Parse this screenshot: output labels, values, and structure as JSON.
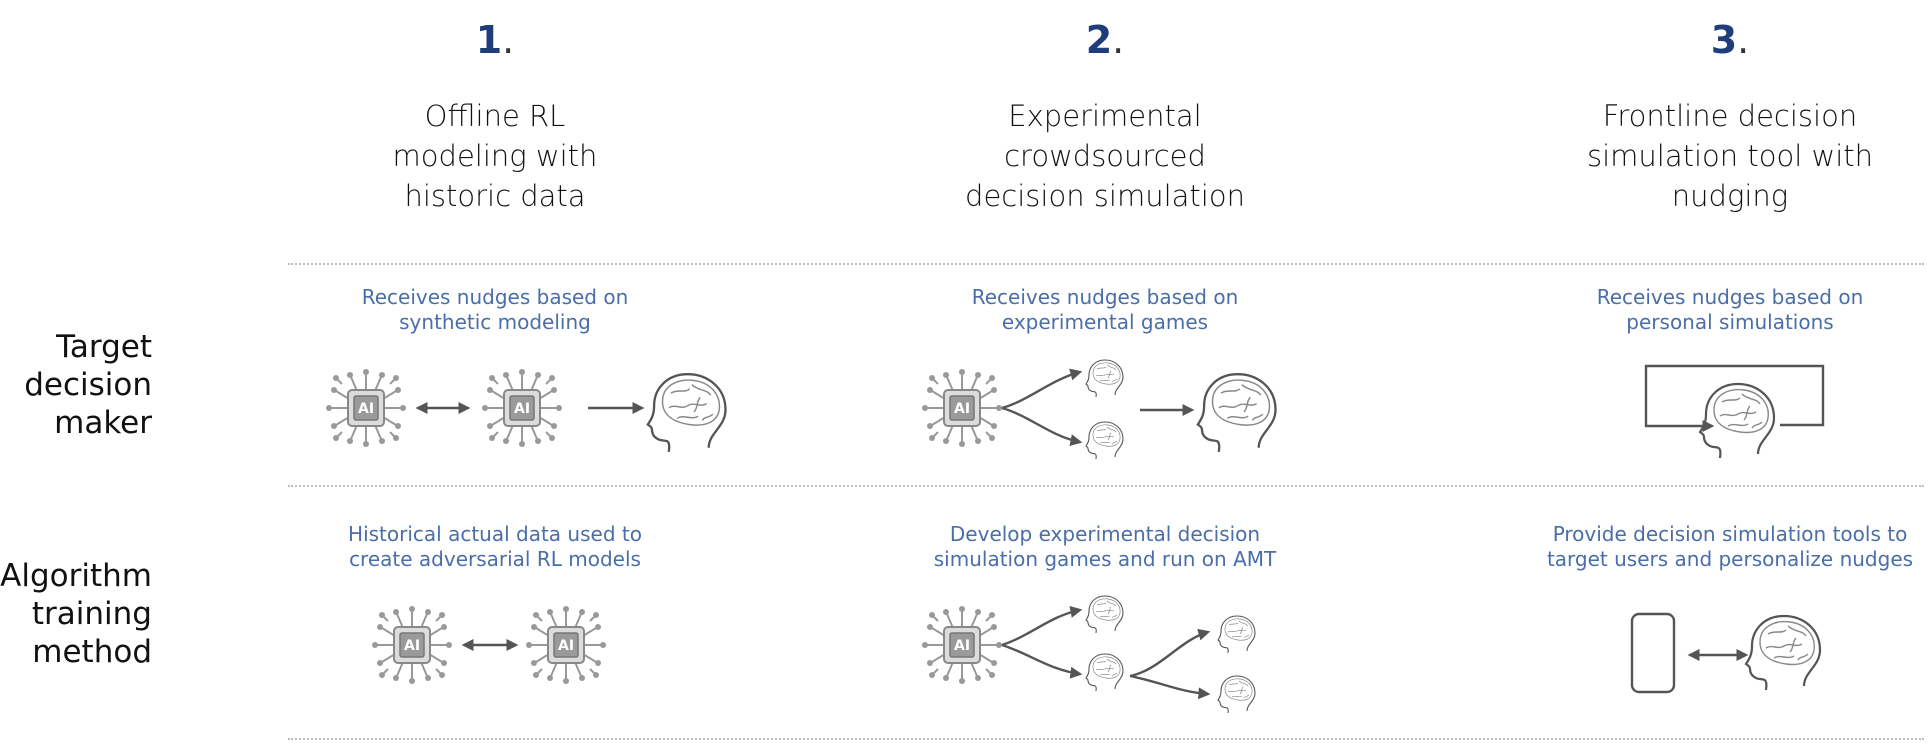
{
  "columns": [
    {
      "number": "1",
      "title_lines": [
        "Offline RL",
        "modeling with",
        "historic data"
      ]
    },
    {
      "number": "2",
      "title_lines": [
        "Experimental",
        "crowdsourced",
        "decision simulation"
      ]
    },
    {
      "number": "3",
      "title_lines": [
        "Frontline decision",
        "simulation tool with",
        "nudging"
      ]
    }
  ],
  "rows": [
    {
      "label_lines": [
        "Target",
        "decision",
        "maker"
      ]
    },
    {
      "label_lines": [
        "Algorithm",
        "training",
        "method"
      ]
    }
  ],
  "cells": {
    "target": [
      [
        "Receives nudges based on",
        "synthetic modeling"
      ],
      [
        "Receives nudges based on",
        "experimental games"
      ],
      [
        "Receives nudges based on",
        "personal simulations"
      ]
    ],
    "training": [
      [
        "Historical actual data used to",
        "create adversarial RL models"
      ],
      [
        "Develop experimental decision",
        "simulation games and run on AMT"
      ],
      [
        "Provide decision simulation tools to",
        "target users and personalize nudges"
      ]
    ]
  },
  "icons": {
    "ai_chip_label": "AI",
    "ai_chip": "ai-chip-icon",
    "brain_head": "brain-head-icon",
    "device": "phone-device-icon"
  },
  "colors": {
    "number": "#1f3d7a",
    "cell_text": "#4a6ea8"
  }
}
